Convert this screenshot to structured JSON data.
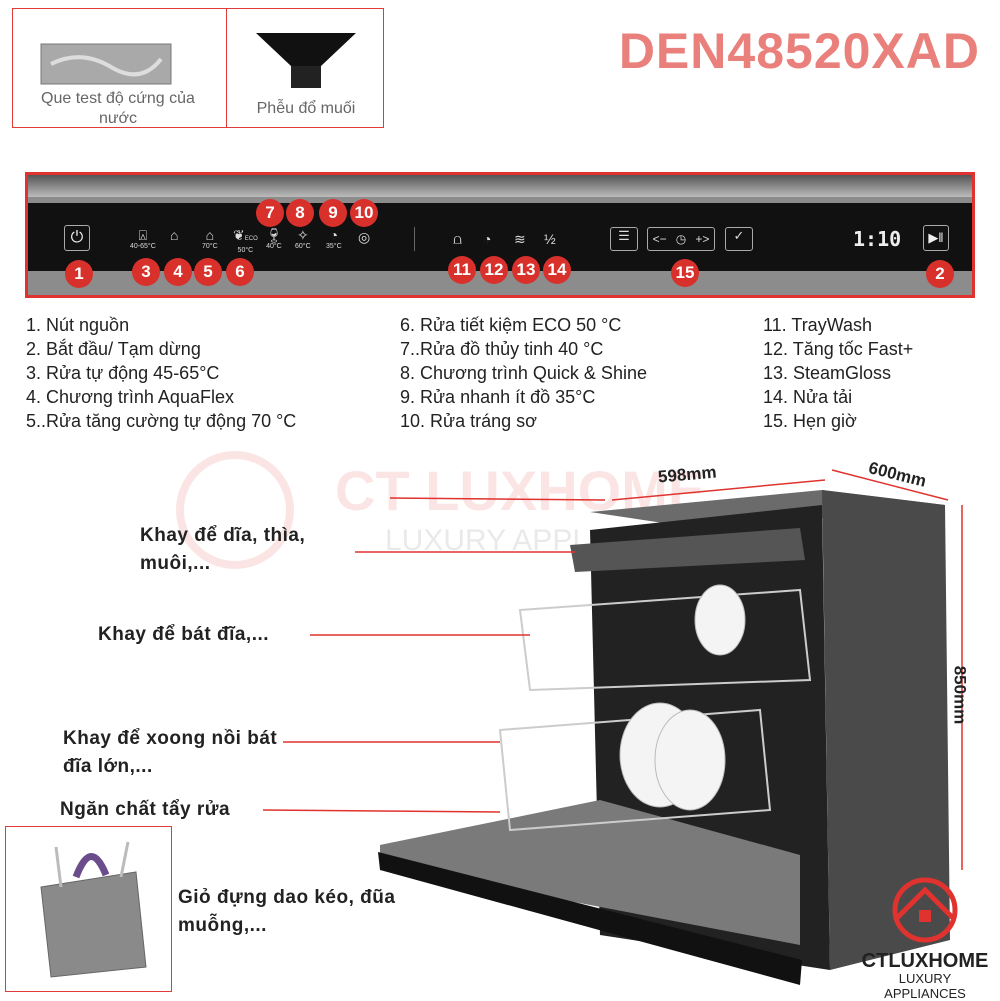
{
  "accessories": [
    {
      "label": "Que test độ cứng của nước",
      "icon": "test-strip-icon"
    },
    {
      "label": "Phễu đổ muối",
      "icon": "salt-funnel-icon"
    }
  ],
  "title": "DEN48520XAD",
  "panel": {
    "display": "1:10",
    "temps": [
      "40-65°C",
      "70°C",
      "50°C",
      "40°C",
      "60°C",
      "35°C"
    ],
    "eco": "ECO",
    "badges": [
      "1",
      "2",
      "3",
      "4",
      "5",
      "6",
      "7",
      "8",
      "9",
      "10",
      "11",
      "12",
      "13",
      "14",
      "15"
    ],
    "half": "½"
  },
  "legend": [
    [
      "1. Nút nguồn",
      "2. Bắt đầu/ Tạm dừng",
      "3. Rửa tự động 45-65°C",
      "4. Chương trình AquaFlex",
      "5..Rửa tăng cường tự động 70 °C"
    ],
    [
      "6. Rửa tiết kiệm ECO 50 °C",
      "7..Rửa đồ thủy tinh 40 °C",
      "8. Chương trình Quick & Shine",
      "9. Rửa nhanh ít đồ 35°C",
      "10. Rửa tráng sơ"
    ],
    [
      "11. TrayWash",
      "12. Tăng tốc Fast+",
      "13. SteamGloss",
      "14. Nửa tải",
      "15. Hẹn giờ"
    ]
  ],
  "dimensions": {
    "width": "598mm",
    "depth": "600mm",
    "height": "850mm"
  },
  "labels": {
    "cutlery_tray": "Khay để dĩa, thìa, muôi,...",
    "upper_rack": "Khay để bát đĩa,...",
    "lower_rack": "Khay để xoong nồi bát đĩa lớn,...",
    "detergent": "Ngăn chất tẩy rửa",
    "basket": "Giỏ đựng dao kéo, đũa muỗng,..."
  },
  "logo": {
    "brand": "CTLUXHOME",
    "tagline": "LUXURY APPLIANCES",
    "accent": "#e0322e"
  },
  "colors": {
    "accent": "#e0322e",
    "title": "#ea807b"
  }
}
